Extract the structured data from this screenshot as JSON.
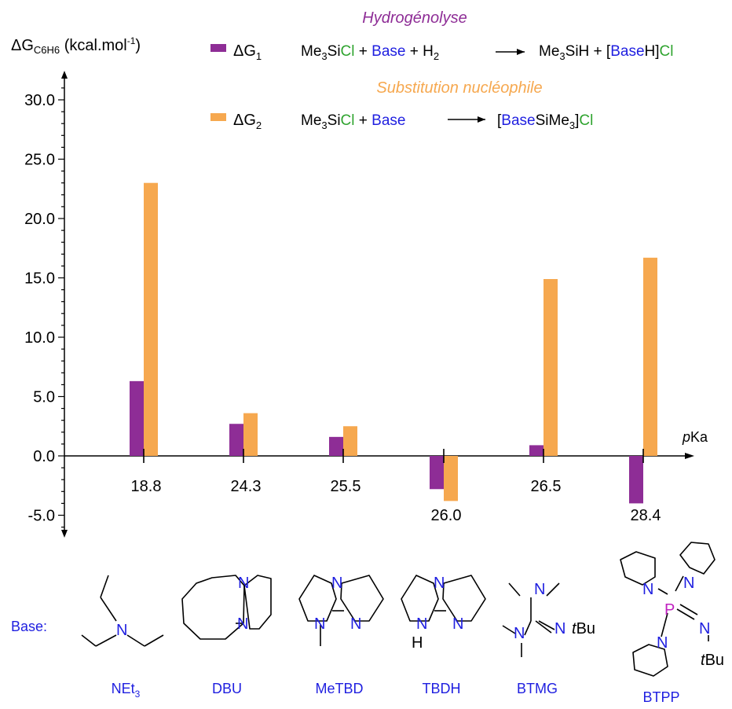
{
  "chart_data": {
    "type": "bar",
    "ylabel_main": "ΔG",
    "ylabel_sub": "C6H6",
    "ylabel_unit_a": " (kcal.mol",
    "ylabel_unit_sup": "-1",
    "ylabel_unit_b": ")",
    "xlabel_italic": "p",
    "xlabel_rest": "Ka",
    "ylim": [
      -7,
      33
    ],
    "y_ticks": [
      {
        "value": 30,
        "label": "30.0"
      },
      {
        "value": 25,
        "label": "25.0"
      },
      {
        "value": 20,
        "label": "20.0"
      },
      {
        "value": 15,
        "label": "15.0"
      },
      {
        "value": 10,
        "label": "10.0"
      },
      {
        "value": 5,
        "label": "5.0"
      },
      {
        "value": 0,
        "label": "0.0"
      },
      {
        "value": -5,
        "label": "-5.0"
      }
    ],
    "categories": [
      "18.8",
      "24.3",
      "25.5",
      "26.0",
      "26.5",
      "28.4"
    ],
    "series": [
      {
        "name": "ΔG1",
        "color": "#8e2d96",
        "values": [
          6.3,
          2.7,
          1.6,
          -2.8,
          0.9,
          -4.0
        ]
      },
      {
        "name": "ΔG2",
        "color": "#f6a84f",
        "values": [
          23.0,
          3.6,
          2.5,
          -3.8,
          14.9,
          16.7
        ]
      }
    ],
    "grid": false,
    "legend_position": "top"
  },
  "legend": {
    "title1": "Hydrogénolyse",
    "title2": "Substitution nucléophile",
    "item1": {
      "symbol": "ΔG",
      "sub": "1",
      "color": "#8e2d96"
    },
    "item2": {
      "symbol": "ΔG",
      "sub": "2",
      "color": "#f6a84f"
    },
    "eq1": {
      "lhs_a": "Me",
      "lhs_a_sub": "3",
      "lhs_b": "Si",
      "lhs_cl": "Cl",
      "plus1": " + ",
      "base": "Base",
      "plus2": " + H",
      "h2_sub": "2",
      "rhs_a": "Me",
      "rhs_a_sub": "3",
      "rhs_b": "SiH + [",
      "rhs_base": "Base",
      "rhs_h": "H]",
      "rhs_cl": "Cl"
    },
    "eq2": {
      "lhs_a": "Me",
      "lhs_a_sub": "3",
      "lhs_b": "Si",
      "lhs_cl": "Cl",
      "plus1": " + ",
      "base": "Base",
      "rhs_open": "[",
      "rhs_base": "Base",
      "rhs_si": "SiMe",
      "rhs_sub": "3",
      "rhs_close": "]",
      "rhs_cl": "Cl"
    }
  },
  "bases": {
    "label": "Base:",
    "names": [
      "NEt",
      "DBU",
      "MeTBD",
      "TBDH",
      "BTMG",
      "BTPP"
    ],
    "net_sub": "3",
    "atoms": {
      "N": "N",
      "H": "H",
      "P": "P",
      "tbu_t": "t",
      "tbu_rest": "Bu"
    }
  },
  "colors": {
    "axis": "#000000",
    "blue": "#1f1fe0",
    "green": "#2ea32e",
    "purple": "#8e2d96",
    "orange": "#f6a84f",
    "magenta": "#c020c0"
  }
}
